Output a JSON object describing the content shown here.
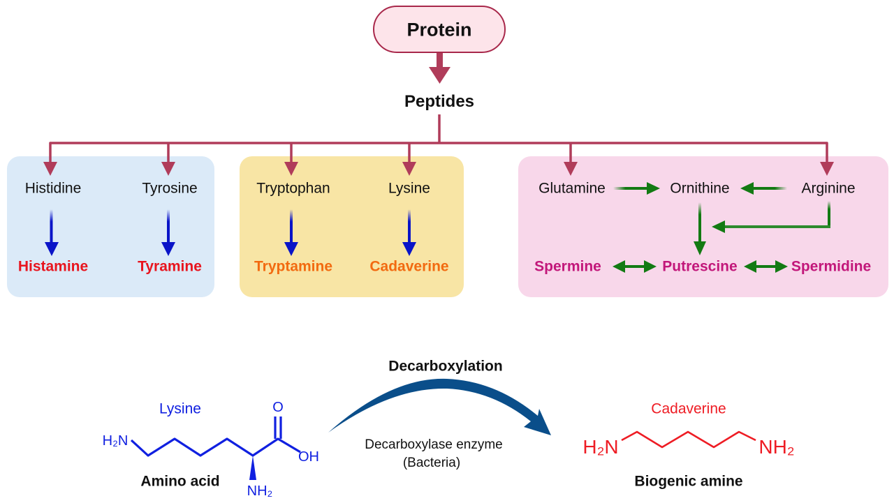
{
  "title": "Protein",
  "intermediate": "Peptides",
  "colors": {
    "connector": "#b03c5a",
    "title_fill": "#fde4ea",
    "title_border": "#a8274a",
    "blue_group_fill": "#dbeaf8",
    "yellow_group_fill": "#f8e5a5",
    "pink_group_fill": "#f8d7ea",
    "blue_arrow": "#0a14c8",
    "green_arrow": "#137a13",
    "red_product": "#e8141e",
    "orange_product": "#f26a10",
    "magenta_product": "#c2177a",
    "lysine_structure": "#1020e0",
    "cadaverine_structure": "#ee1c24",
    "curved_arrow": "#0a4e8a"
  },
  "groups": [
    {
      "name": "blue-group",
      "pairs": [
        {
          "amino_acid": "Histidine",
          "amine": "Histamine"
        },
        {
          "amino_acid": "Tyrosine",
          "amine": "Tyramine"
        }
      ]
    },
    {
      "name": "yellow-group",
      "pairs": [
        {
          "amino_acid": "Tryptophan",
          "amine": "Tryptamine"
        },
        {
          "amino_acid": "Lysine",
          "amine": "Cadaverine"
        }
      ]
    },
    {
      "name": "pink-group",
      "precursors": [
        "Glutamine",
        "Ornithine",
        "Arginine"
      ],
      "polyamines": [
        "Spermine",
        "Putrescine",
        "Spermidine"
      ]
    }
  ],
  "reaction": {
    "process": "Decarboxylation",
    "enzyme_line1": "Decarboxylase enzyme",
    "enzyme_line2": "(Bacteria)",
    "substrate": {
      "name": "Lysine",
      "class": "Amino acid",
      "atoms": {
        "amine_left": "H₂N",
        "oxygen": "O",
        "hydroxyl": "OH",
        "alpha_amine": "NH₂"
      }
    },
    "product": {
      "name": "Cadaverine",
      "class": "Biogenic amine",
      "atoms": {
        "amine_left": "H₂N",
        "amine_right": "NH₂"
      }
    }
  }
}
